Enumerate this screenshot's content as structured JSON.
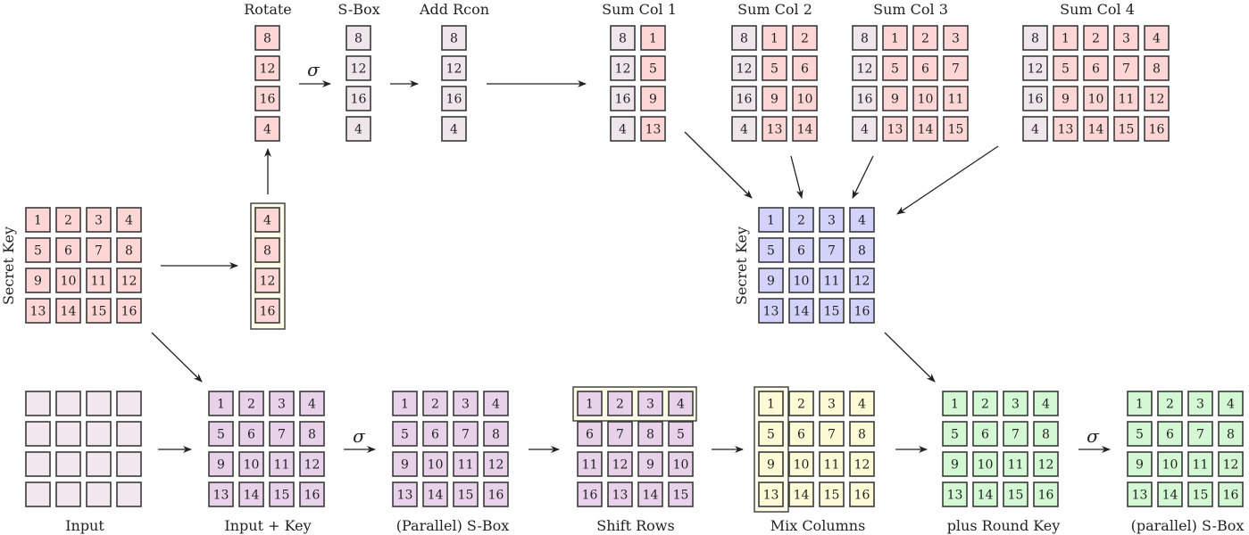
{
  "colors": {
    "pink": "#ffd6d6",
    "gray": "#efe6ec",
    "lilac": "#e8d2ea",
    "blue": "#d2d2fb",
    "yellow": "#fdfbd6",
    "green": "#d4f8d4",
    "empty": "#f3e8ef",
    "highlight": "#fdfde8"
  },
  "sigma_symbol": "σ",
  "grids": [
    {
      "id": "rotate",
      "label": "Rotate",
      "rows": [
        [
          {
            "v": "8",
            "c": "pink"
          }
        ],
        [
          {
            "v": "12",
            "c": "pink"
          }
        ],
        [
          {
            "v": "16",
            "c": "pink"
          }
        ],
        [
          {
            "v": "4",
            "c": "pink"
          }
        ]
      ]
    },
    {
      "id": "sbox-top",
      "label": "S-Box",
      "rows": [
        [
          {
            "v": "8",
            "c": "gray"
          }
        ],
        [
          {
            "v": "12",
            "c": "gray"
          }
        ],
        [
          {
            "v": "16",
            "c": "gray"
          }
        ],
        [
          {
            "v": "4",
            "c": "gray"
          }
        ]
      ]
    },
    {
      "id": "add-rcon",
      "label": "Add Rcon",
      "rows": [
        [
          {
            "v": "8",
            "c": "gray"
          }
        ],
        [
          {
            "v": "12",
            "c": "gray"
          }
        ],
        [
          {
            "v": "16",
            "c": "gray"
          }
        ],
        [
          {
            "v": "4",
            "c": "gray"
          }
        ]
      ]
    },
    {
      "id": "sum-col-1",
      "label": "Sum Col 1",
      "rows": [
        [
          {
            "v": "8",
            "c": "gray"
          },
          {
            "v": "1",
            "c": "pink"
          }
        ],
        [
          {
            "v": "12",
            "c": "gray"
          },
          {
            "v": "5",
            "c": "pink"
          }
        ],
        [
          {
            "v": "16",
            "c": "gray"
          },
          {
            "v": "9",
            "c": "pink"
          }
        ],
        [
          {
            "v": "4",
            "c": "gray"
          },
          {
            "v": "13",
            "c": "pink"
          }
        ]
      ]
    },
    {
      "id": "sum-col-2",
      "label": "Sum Col 2",
      "rows": [
        [
          {
            "v": "8",
            "c": "gray"
          },
          {
            "v": "1",
            "c": "pink"
          },
          {
            "v": "2",
            "c": "pink"
          }
        ],
        [
          {
            "v": "12",
            "c": "gray"
          },
          {
            "v": "5",
            "c": "pink"
          },
          {
            "v": "6",
            "c": "pink"
          }
        ],
        [
          {
            "v": "16",
            "c": "gray"
          },
          {
            "v": "9",
            "c": "pink"
          },
          {
            "v": "10",
            "c": "pink"
          }
        ],
        [
          {
            "v": "4",
            "c": "gray"
          },
          {
            "v": "13",
            "c": "pink"
          },
          {
            "v": "14",
            "c": "pink"
          }
        ]
      ]
    },
    {
      "id": "sum-col-3",
      "label": "Sum Col 3",
      "rows": [
        [
          {
            "v": "8",
            "c": "gray"
          },
          {
            "v": "1",
            "c": "pink"
          },
          {
            "v": "2",
            "c": "pink"
          },
          {
            "v": "3",
            "c": "pink"
          }
        ],
        [
          {
            "v": "12",
            "c": "gray"
          },
          {
            "v": "5",
            "c": "pink"
          },
          {
            "v": "6",
            "c": "pink"
          },
          {
            "v": "7",
            "c": "pink"
          }
        ],
        [
          {
            "v": "16",
            "c": "gray"
          },
          {
            "v": "9",
            "c": "pink"
          },
          {
            "v": "10",
            "c": "pink"
          },
          {
            "v": "11",
            "c": "pink"
          }
        ],
        [
          {
            "v": "4",
            "c": "gray"
          },
          {
            "v": "13",
            "c": "pink"
          },
          {
            "v": "14",
            "c": "pink"
          },
          {
            "v": "15",
            "c": "pink"
          }
        ]
      ]
    },
    {
      "id": "sum-col-4",
      "label": "Sum Col 4",
      "rows": [
        [
          {
            "v": "8",
            "c": "gray"
          },
          {
            "v": "1",
            "c": "pink"
          },
          {
            "v": "2",
            "c": "pink"
          },
          {
            "v": "3",
            "c": "pink"
          },
          {
            "v": "4",
            "c": "pink"
          }
        ],
        [
          {
            "v": "12",
            "c": "gray"
          },
          {
            "v": "5",
            "c": "pink"
          },
          {
            "v": "6",
            "c": "pink"
          },
          {
            "v": "7",
            "c": "pink"
          },
          {
            "v": "8",
            "c": "pink"
          }
        ],
        [
          {
            "v": "16",
            "c": "gray"
          },
          {
            "v": "9",
            "c": "pink"
          },
          {
            "v": "10",
            "c": "pink"
          },
          {
            "v": "11",
            "c": "pink"
          },
          {
            "v": "12",
            "c": "pink"
          }
        ],
        [
          {
            "v": "4",
            "c": "gray"
          },
          {
            "v": "13",
            "c": "pink"
          },
          {
            "v": "14",
            "c": "pink"
          },
          {
            "v": "15",
            "c": "pink"
          },
          {
            "v": "16",
            "c": "pink"
          }
        ]
      ]
    },
    {
      "id": "secret-key-left",
      "label": "",
      "side_label": "Secret Key",
      "color": "pink",
      "values": [
        [
          "1",
          "2",
          "3",
          "4"
        ],
        [
          "5",
          "6",
          "7",
          "8"
        ],
        [
          "9",
          "10",
          "11",
          "12"
        ],
        [
          "13",
          "14",
          "15",
          "16"
        ]
      ]
    },
    {
      "id": "last-column",
      "label": "",
      "color": "pink",
      "values": [
        [
          "4"
        ],
        [
          "8"
        ],
        [
          "12"
        ],
        [
          "16"
        ]
      ]
    },
    {
      "id": "secret-key-right",
      "label": "",
      "side_label": "Secret Key",
      "color": "blue",
      "values": [
        [
          "1",
          "2",
          "3",
          "4"
        ],
        [
          "5",
          "6",
          "7",
          "8"
        ],
        [
          "9",
          "10",
          "11",
          "12"
        ],
        [
          "13",
          "14",
          "15",
          "16"
        ]
      ]
    },
    {
      "id": "input",
      "label": "Input",
      "color": "empty",
      "values": [
        [
          "",
          "",
          "",
          ""
        ],
        [
          "",
          "",
          "",
          ""
        ],
        [
          "",
          "",
          "",
          ""
        ],
        [
          "",
          "",
          "",
          ""
        ]
      ]
    },
    {
      "id": "input-plus-key",
      "label": "Input + Key",
      "color": "lilac",
      "values": [
        [
          "1",
          "2",
          "3",
          "4"
        ],
        [
          "5",
          "6",
          "7",
          "8"
        ],
        [
          "9",
          "10",
          "11",
          "12"
        ],
        [
          "13",
          "14",
          "15",
          "16"
        ]
      ]
    },
    {
      "id": "parallel-sbox",
      "label": "(Parallel) S-Box",
      "color": "lilac",
      "values": [
        [
          "1",
          "2",
          "3",
          "4"
        ],
        [
          "5",
          "6",
          "7",
          "8"
        ],
        [
          "9",
          "10",
          "11",
          "12"
        ],
        [
          "13",
          "14",
          "15",
          "16"
        ]
      ]
    },
    {
      "id": "shift-rows",
      "label": "Shift Rows",
      "color": "lilac",
      "values": [
        [
          "1",
          "2",
          "3",
          "4"
        ],
        [
          "6",
          "7",
          "8",
          "5"
        ],
        [
          "11",
          "12",
          "9",
          "10"
        ],
        [
          "16",
          "13",
          "14",
          "15"
        ]
      ]
    },
    {
      "id": "mix-columns",
      "label": "Mix Columns",
      "color": "yellow",
      "values": [
        [
          "1",
          "2",
          "3",
          "4"
        ],
        [
          "5",
          "6",
          "7",
          "8"
        ],
        [
          "9",
          "10",
          "11",
          "12"
        ],
        [
          "13",
          "14",
          "15",
          "16"
        ]
      ]
    },
    {
      "id": "plus-round-key",
      "label": "plus Round Key",
      "color": "green",
      "values": [
        [
          "1",
          "2",
          "3",
          "4"
        ],
        [
          "5",
          "6",
          "7",
          "8"
        ],
        [
          "9",
          "10",
          "11",
          "12"
        ],
        [
          "13",
          "14",
          "15",
          "16"
        ]
      ]
    },
    {
      "id": "final-sbox",
      "label": "(parallel) S-Box",
      "color": "green",
      "values": [
        [
          "1",
          "2",
          "3",
          "4"
        ],
        [
          "5",
          "6",
          "7",
          "8"
        ],
        [
          "9",
          "10",
          "11",
          "12"
        ],
        [
          "13",
          "14",
          "15",
          "16"
        ]
      ]
    }
  ]
}
